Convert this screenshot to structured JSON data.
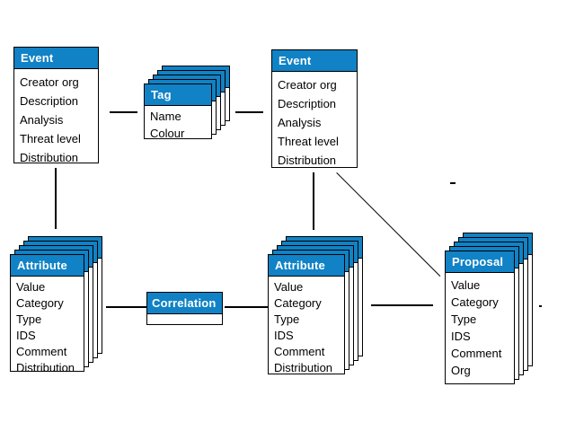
{
  "colors": {
    "header_blue": "#1082c5",
    "header_text": "#ffffff",
    "border": "#000000",
    "body_text": "#000000",
    "background": "#ffffff"
  },
  "entities": {
    "event_left": {
      "title": "Event",
      "fields": [
        "Creator org",
        "Description",
        "Analysis",
        "Threat level",
        "Distribution"
      ]
    },
    "tag": {
      "title": "Tag",
      "fields": [
        "Name",
        "Colour"
      ]
    },
    "event_right": {
      "title": "Event",
      "fields": [
        "Creator org",
        "Description",
        "Analysis",
        "Threat level",
        "Distribution"
      ]
    },
    "attribute_left": {
      "title": "Attribute",
      "fields": [
        "Value",
        "Category",
        "Type",
        "IDS",
        "Comment",
        "Distribution"
      ]
    },
    "correlation": {
      "title": "Correlation",
      "fields": []
    },
    "attribute_middle": {
      "title": "Attribute",
      "fields": [
        "Value",
        "Category",
        "Type",
        "IDS",
        "Comment",
        "Distribution"
      ]
    },
    "proposal": {
      "title": "Proposal",
      "fields": [
        "Value",
        "Category",
        "Type",
        "IDS",
        "Comment",
        "Org"
      ]
    }
  }
}
